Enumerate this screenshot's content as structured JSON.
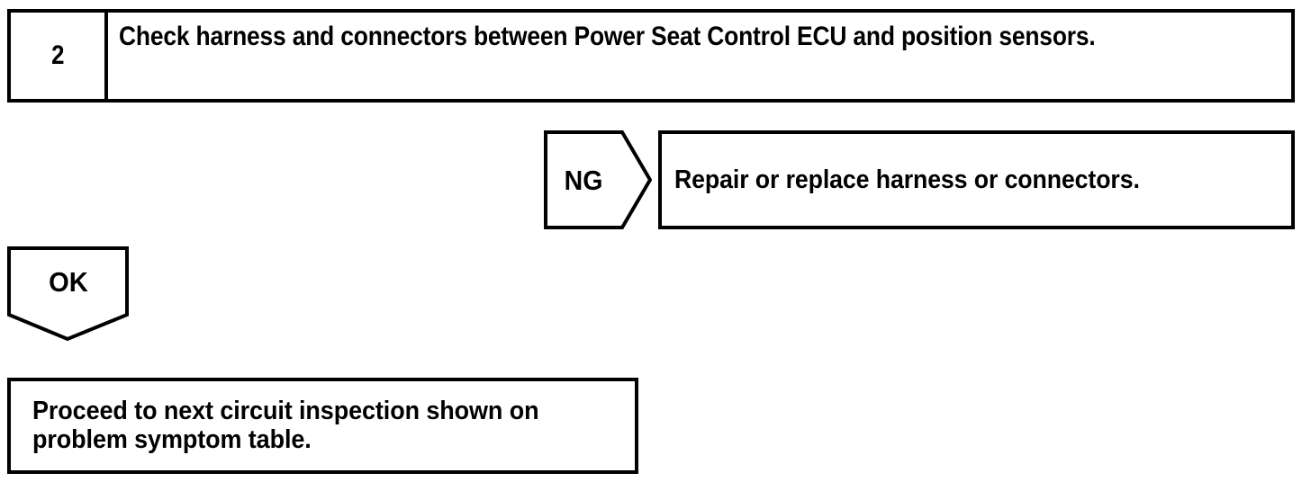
{
  "diagram": {
    "type": "troubleshooting-flowchart",
    "line_color": "#000000",
    "background_color": "#ffffff",
    "step": {
      "number": "2",
      "instruction": "Check harness and connectors between Power Seat Control ECU and position sensors."
    },
    "branches": [
      {
        "label": "NG",
        "direction": "right",
        "result": "Repair or replace harness or connectors."
      },
      {
        "label": "OK",
        "direction": "down",
        "result": "Proceed to next circuit inspection shown on problem symptom table."
      }
    ]
  }
}
